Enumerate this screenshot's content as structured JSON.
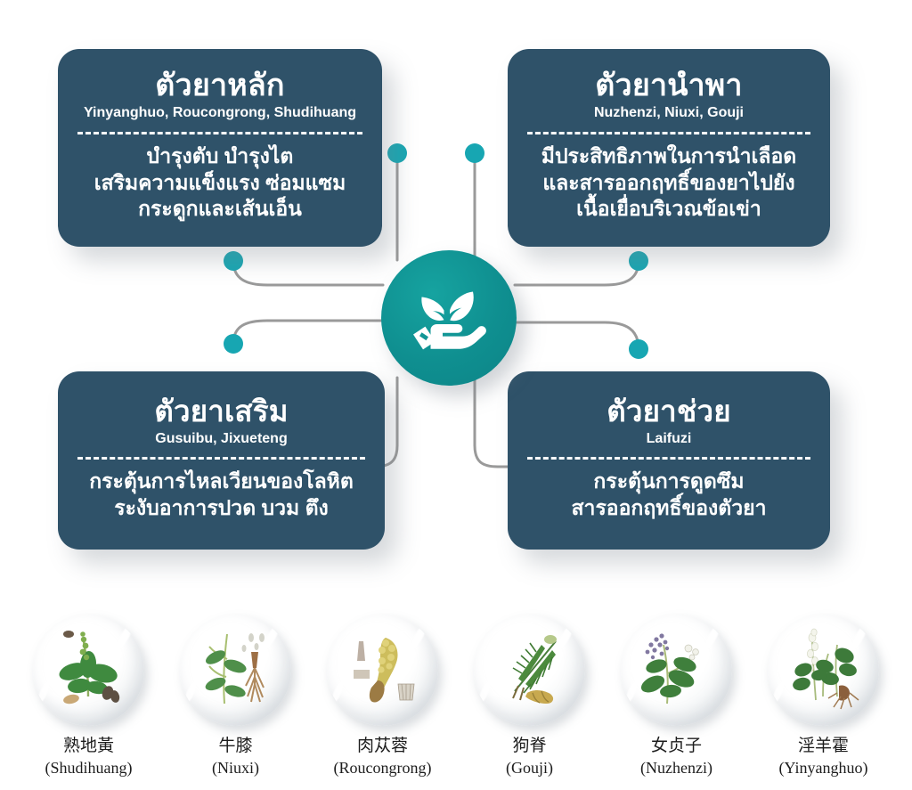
{
  "palette": {
    "card_bg": "#2f5269",
    "hub_teal": "#0f9091",
    "dot_teal": "#17a6b2",
    "line_gray": "#9a9a9a",
    "page_bg": "#ffffff",
    "text_white": "#ffffff",
    "label_text": "#1d1d1d"
  },
  "hub": {
    "icon": "hand-holding-leaves-icon"
  },
  "cards": [
    {
      "id": "primary",
      "title": "ตัวยาหลัก",
      "subtitle": "Yinyanghuo, Roucongrong, Shudihuang",
      "body": "บำรุงตับ บำรุงไต\nเสริมความแข็งแรง ซ่อมแซม\nกระดูกและเส้นเอ็น"
    },
    {
      "id": "courier",
      "title": "ตัวยานำพา",
      "subtitle": "Nuzhenzi, Niuxi, Gouji",
      "body": "มีประสิทธิภาพในการนำเลือด\nและสารออกฤทธิ์ของยาไปยัง\nเนื้อเยื่อบริเวณข้อเข่า"
    },
    {
      "id": "assistant",
      "title": "ตัวยาเสริม",
      "subtitle": "Gusuibu, Jixueteng",
      "body": "กระตุ้นการไหลเวียนของโลหิต\nระงับอาการปวด บวม ตึง"
    },
    {
      "id": "envoy",
      "title": "ตัวยาช่วย",
      "subtitle": "Laifuzi",
      "body": "กระตุ้นการดูดซึม\nสารออกฤทธิ์ของตัวยา"
    }
  ],
  "specimens": [
    {
      "cn": "熟地黃",
      "en": "(Shudihuang)",
      "icon": "rehmannia-plant-icon"
    },
    {
      "cn": "牛膝",
      "en": "(Niuxi)",
      "icon": "achyranthes-plant-icon"
    },
    {
      "cn": "肉苁蓉",
      "en": "(Roucongrong)",
      "icon": "cistanche-plant-icon"
    },
    {
      "cn": "狗脊",
      "en": "(Gouji)",
      "icon": "cibotium-fern-icon"
    },
    {
      "cn": "女贞子",
      "en": "(Nuzhenzi)",
      "icon": "ligustrum-plant-icon"
    },
    {
      "cn": "淫羊霍",
      "en": "(Yinyanghuo)",
      "icon": "epimedium-plant-icon"
    }
  ]
}
